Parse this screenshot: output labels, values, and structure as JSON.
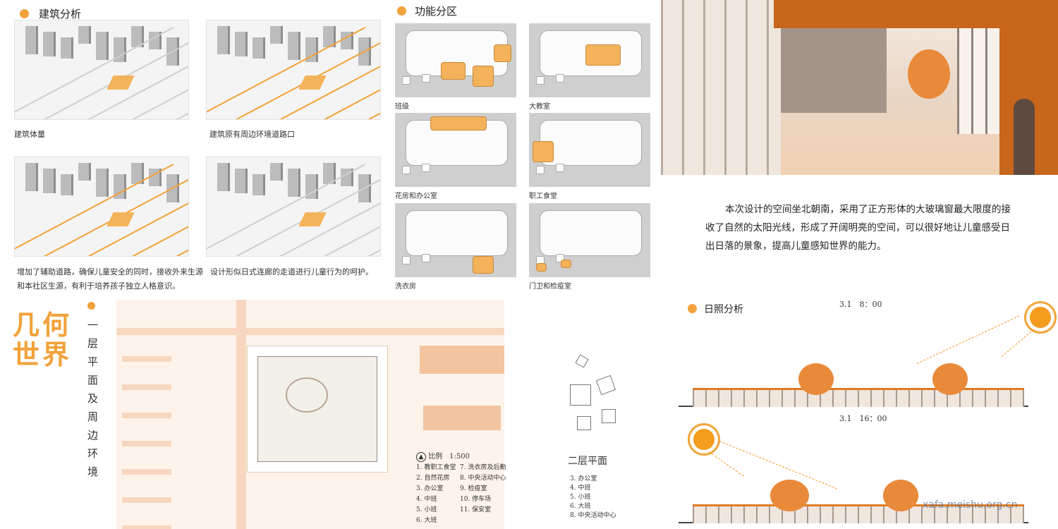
{
  "building_analysis": {
    "title": "建筑分析",
    "captions": [
      "建筑体量",
      "建筑原有周边环境道路口",
      "增加了辅助道路，确保儿童安全的同时，接收外来生源",
      "和本社区生源，有利于培养孩子独立人格意识。",
      "设计形似日式连廊的走道进行儿童行为的呵护。"
    ]
  },
  "function_zones": {
    "title": "功能分区",
    "items": [
      "班级",
      "大教室",
      "花房和办公室",
      "职工食堂",
      "洗衣房",
      "门卫和检疫室"
    ]
  },
  "description": "本次设计的空间坐北朝南，采用了正方形体的大玻璃窗最大限度的接收了自然的太阳光线，形成了开阔明亮的空间，可以很好地让儿童感受日出日落的景象，提高儿童感知世界的能力。",
  "logo": "几何世界",
  "plan_title": "一层平面及周边环境",
  "scale": "比例　1:500",
  "legend": [
    "1. 教职工食堂",
    "7. 洗衣房及后勤",
    "2. 自然花房",
    "8. 中央活动中心",
    "3. 办公室",
    "9. 检疫室",
    "4. 中班",
    "10. 停车场",
    "5. 小班",
    "11. 保安室",
    "6. 大班"
  ],
  "second_floor": {
    "title": "二层平面",
    "items": [
      "3. 办公室",
      "4. 中班",
      "5. 小班",
      "6. 大班",
      "8. 中央活动中心"
    ]
  },
  "sunlight": {
    "title": "日照分析",
    "time1": "3.1　8：00",
    "time2": "3.1　16：00"
  },
  "watermark": "xafa.meishu.org.cn",
  "colors": {
    "accent": "#f2a23a"
  }
}
